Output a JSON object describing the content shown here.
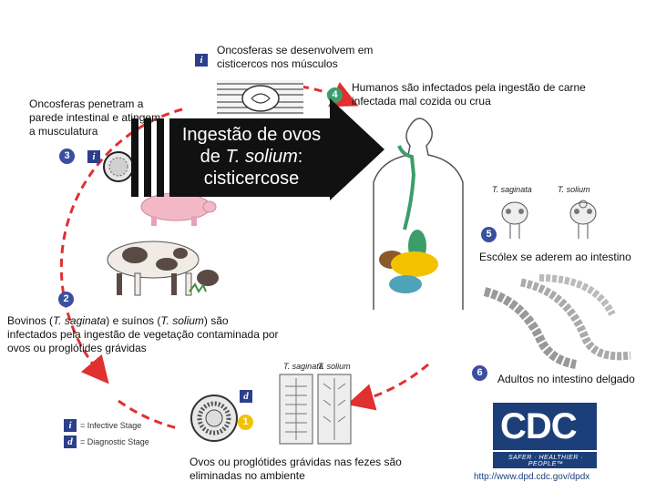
{
  "labels": {
    "step1": "Oncosferas se desenvolvem em cisticercos nos músculos",
    "step3": "Oncosferas penetram a parede intestinal e atingem a musculatura",
    "step4": "Humanos são infectados pela ingestão de carne infectada mal cozida ou crua",
    "step5": "Escólex se aderem ao intestino",
    "step6": "Adultos no intestino delgado",
    "step2_pre": "Bovinos (",
    "step2_sag": "T. saginata",
    "step2_mid": ") e suínos (",
    "step2_sol": "T. solium",
    "step2_post": ") são infectados pela ingestão de vegetação contaminada por ovos ou proglótides grávidas",
    "eggs": "Ovos ou proglótides grávidas nas fezes são eliminadas no ambiente"
  },
  "overlay": {
    "line1": "Ingestão de ovos",
    "line2_pre": "de ",
    "line2_ital": "T. solium",
    "line2_post": ":",
    "line3": "cisticercose"
  },
  "numbers": {
    "n1": "1",
    "n2": "2",
    "n3": "3",
    "n4": "4",
    "n5": "5",
    "n6": "6"
  },
  "stage_markers": {
    "i": "i",
    "d": "d"
  },
  "legend": {
    "infective": "= Infective Stage",
    "diagnostic": "= Diagnostic Stage"
  },
  "species": {
    "saginata": "T. saginata",
    "solium": "T. solium"
  },
  "cdc": {
    "letters": "CDC",
    "tagline": "SAFER · HEALTHIER · PEOPLE™",
    "url": "http://www.dpd.cdc.gov/dpdx"
  },
  "colors": {
    "cycle_arrow": "#e03030",
    "overlay_box": "#111111",
    "step_blue": "#3a4fa0",
    "step_green": "#3b9e6a",
    "step_yellow": "#f2c200",
    "cdc_blue": "#1c3f7a"
  },
  "icons": [
    "cyst-muscle-icon",
    "oncosphere-icon",
    "pig-icon",
    "cow-icon",
    "human-body-icon",
    "scolex-icon",
    "proglottid-chain-icon",
    "egg-icon",
    "gravid-proglottid-icon"
  ]
}
